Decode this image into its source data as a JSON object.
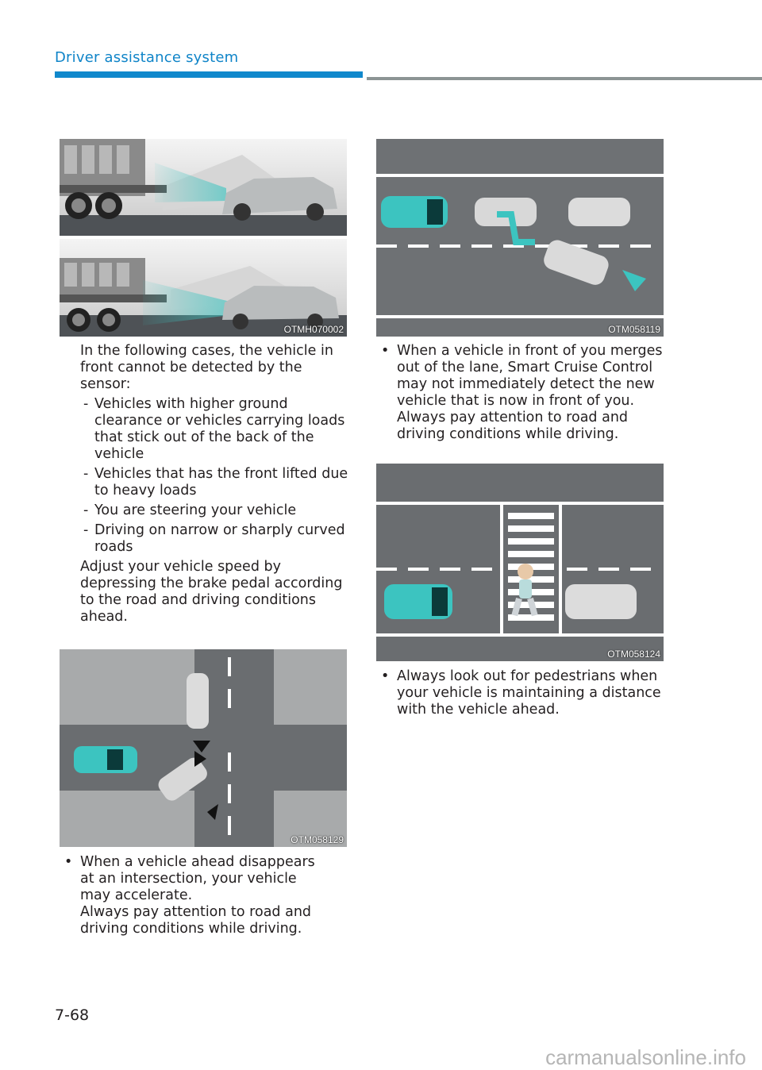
{
  "header": {
    "section_title": "Driver assistance system"
  },
  "figures": [
    {
      "code": "OTMH070002",
      "icons": [
        "dump-truck",
        "suv",
        "radar-beam"
      ]
    },
    {
      "code": "OTM058129",
      "icons": [
        "intersection",
        "car",
        "arrow"
      ]
    },
    {
      "code": "OTM058119",
      "icons": [
        "lane",
        "car",
        "arrow"
      ]
    },
    {
      "code": "OTM058124",
      "icons": [
        "crosswalk",
        "pedestrian",
        "car"
      ]
    }
  ],
  "left_column": {
    "intro": "In the following cases, the vehicle in front cannot be detected by the sensor:",
    "list": [
      "Vehicles with higher ground clearance or vehicles carrying loads that stick out of the back of the vehicle",
      "Vehicles that has the front lifted due to heavy loads",
      "You are steering your vehicle",
      "Driving on narrow or sharply curved roads"
    ],
    "advice": "Adjust your vehicle speed by depressing the brake pedal according to the road and driving conditions ahead.",
    "bullet": "When a vehicle ahead disappears at an intersection, your vehicle may accelerate.",
    "bullet_note": "Always pay attention to road and driving conditions while driving."
  },
  "right_column": {
    "bullet1": "When a vehicle in front of you merges out of the lane, Smart Cruise Control may not immediately detect the new vehicle that is now in front of you.",
    "bullet1_note": "Always pay attention to road and driving conditions while driving.",
    "bullet2": "Always look out for pedestrians when your vehicle is maintaining a distance with the vehicle ahead."
  },
  "markers": {
    "bullet": "•",
    "dash": "-"
  },
  "footer": {
    "page_number": "7-68",
    "watermark": "carmanualsonline.info"
  },
  "colors": {
    "accent_blue": "#1088cc",
    "rule_gray": "#8c9494",
    "teal_car": "#3cc4c0"
  }
}
